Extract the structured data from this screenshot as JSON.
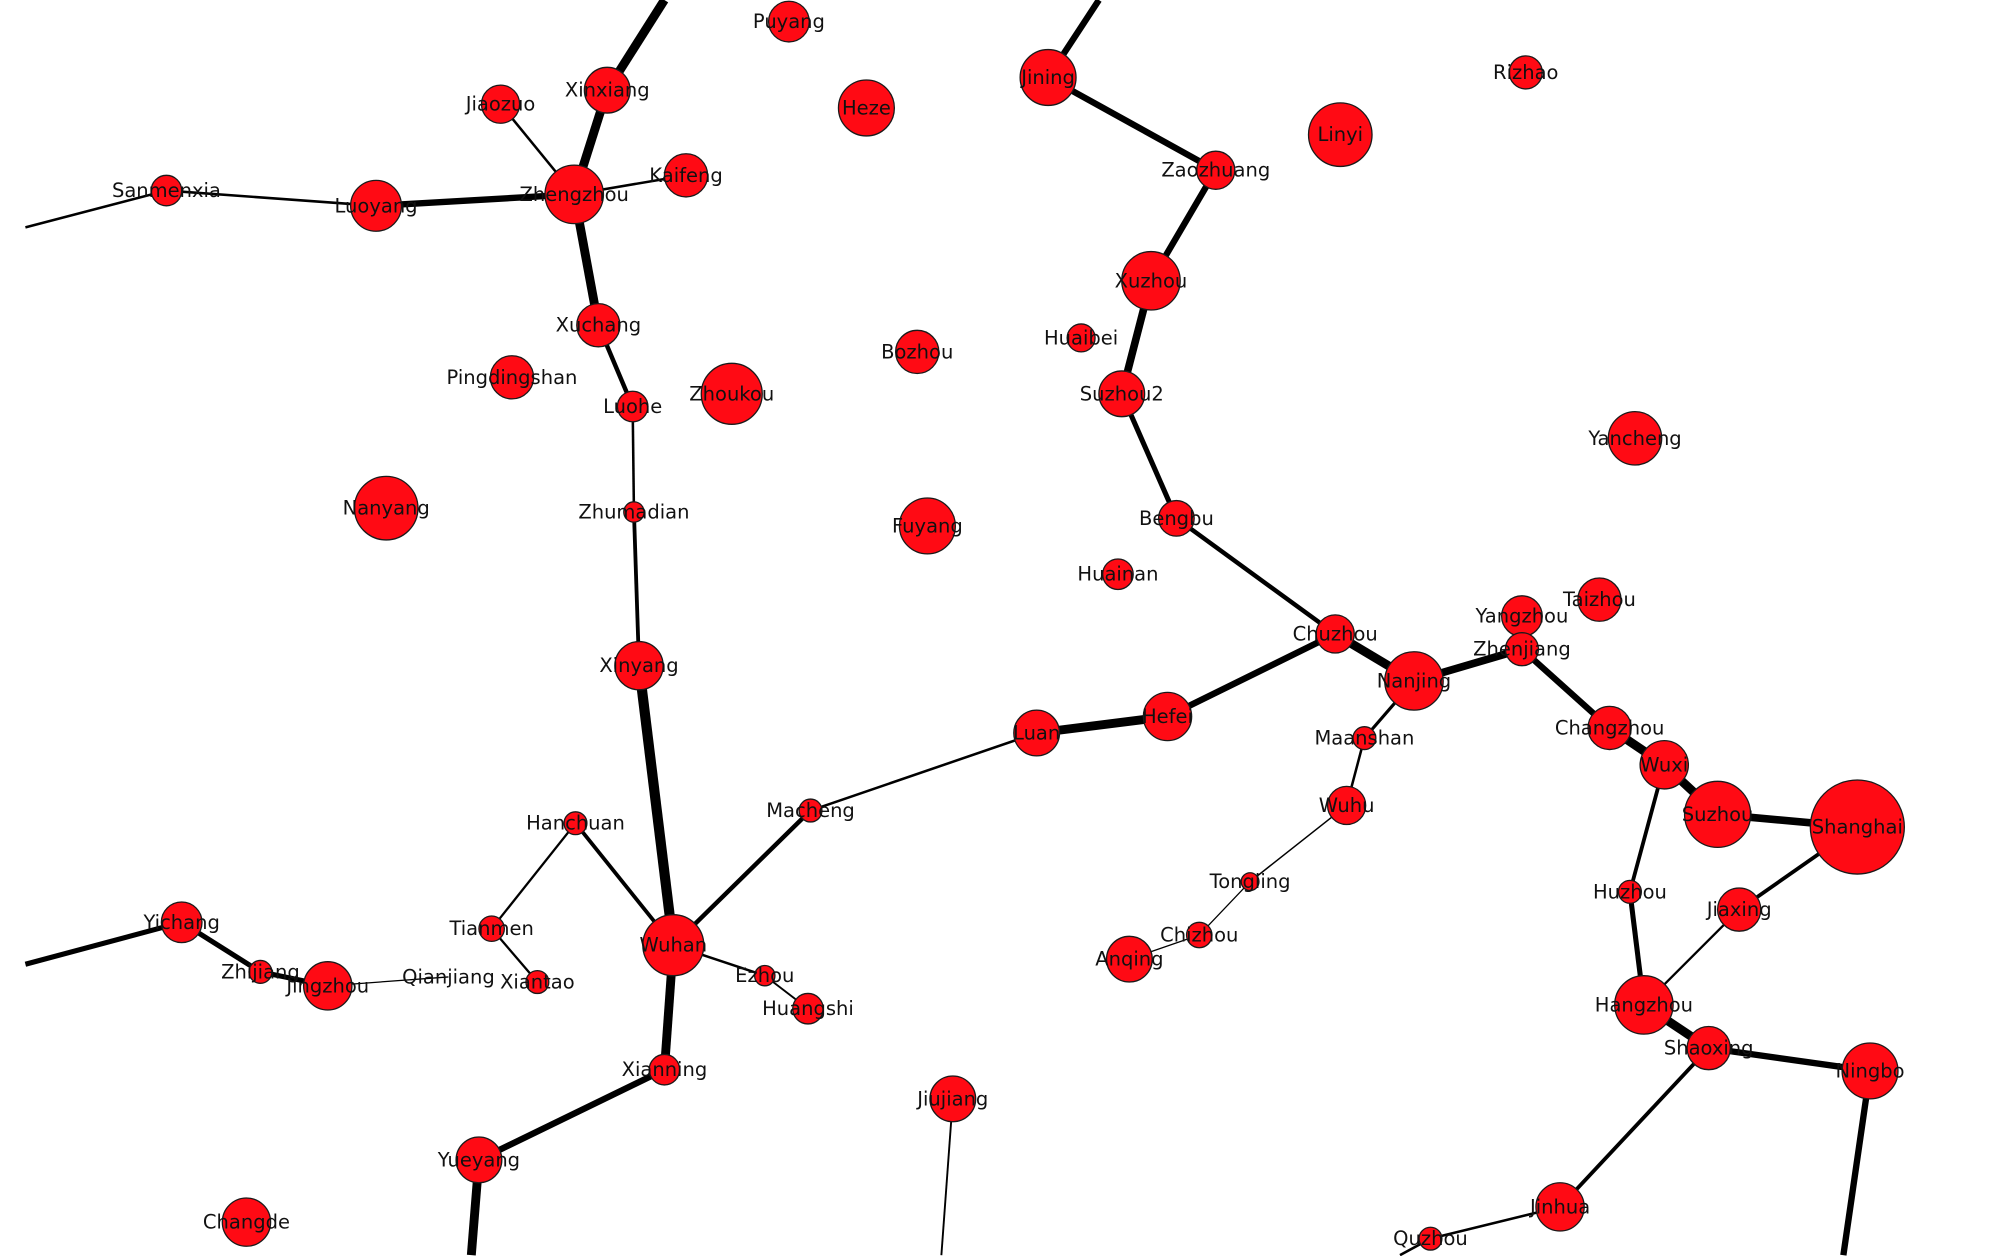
{
  "graph": {
    "node_color": "#ff0a14",
    "edge_color": "#000000",
    "nodes": [
      {
        "id": "Puyang",
        "label": "Puyang"
      },
      {
        "id": "Jining",
        "label": "Jining"
      },
      {
        "id": "Rizhao",
        "label": "Rizhao"
      },
      {
        "id": "Jiaozuo",
        "label": "Jiaozuo"
      },
      {
        "id": "Xinxiang",
        "label": "Xinxiang"
      },
      {
        "id": "Heze",
        "label": "Heze"
      },
      {
        "id": "Linyi",
        "label": "Linyi"
      },
      {
        "id": "Sanmenxia",
        "label": "Sanmenxia"
      },
      {
        "id": "Luoyang",
        "label": "Luoyang"
      },
      {
        "id": "Zhengzhou",
        "label": "Zhengzhou"
      },
      {
        "id": "Kaifeng",
        "label": "Kaifeng"
      },
      {
        "id": "Zaozhuang",
        "label": "Zaozhuang"
      },
      {
        "id": "Xuzhou",
        "label": "Xuzhou"
      },
      {
        "id": "Xuchang",
        "label": "Xuchang"
      },
      {
        "id": "Huaibei",
        "label": "Huaibei"
      },
      {
        "id": "Bozhou",
        "label": "Bozhou"
      },
      {
        "id": "Pingdingshan",
        "label": "Pingdingshan"
      },
      {
        "id": "Luohe",
        "label": "Luohe"
      },
      {
        "id": "Zhoukou",
        "label": "Zhoukou"
      },
      {
        "id": "Suzhou2",
        "label": "Suzhou2"
      },
      {
        "id": "Yancheng",
        "label": "Yancheng"
      },
      {
        "id": "Nanyang",
        "label": "Nanyang"
      },
      {
        "id": "Zhumadian",
        "label": "Zhumadian"
      },
      {
        "id": "Fuyang",
        "label": "Fuyang"
      },
      {
        "id": "Bengbu",
        "label": "Bengbu"
      },
      {
        "id": "Huainan",
        "label": "Huainan"
      },
      {
        "id": "Taizhou",
        "label": "Taizhou"
      },
      {
        "id": "Yangzhou",
        "label": "Yangzhou"
      },
      {
        "id": "Chuzhou",
        "label": "Chuzhou"
      },
      {
        "id": "Zhenjiang",
        "label": "Zhenjiang"
      },
      {
        "id": "Xinyang",
        "label": "Xinyang"
      },
      {
        "id": "Nanjing",
        "label": "Nanjing"
      },
      {
        "id": "Hefei",
        "label": "Hefei"
      },
      {
        "id": "Luan",
        "label": "Luan"
      },
      {
        "id": "Changzhou",
        "label": "Changzhou"
      },
      {
        "id": "Maanshan",
        "label": "Maanshan"
      },
      {
        "id": "Wuxi",
        "label": "Wuxi"
      },
      {
        "id": "Suzhou",
        "label": "Suzhou"
      },
      {
        "id": "Shanghai",
        "label": "Shanghai"
      },
      {
        "id": "Macheng",
        "label": "Macheng"
      },
      {
        "id": "Wuhu",
        "label": "Wuhu"
      },
      {
        "id": "Hanchuan",
        "label": "Hanchuan"
      },
      {
        "id": "Tongling",
        "label": "Tongling"
      },
      {
        "id": "Huzhou",
        "label": "Huzhou"
      },
      {
        "id": "Jiaxing",
        "label": "Jiaxing"
      },
      {
        "id": "Yichang",
        "label": "Yichang"
      },
      {
        "id": "Tianmen",
        "label": "Tianmen"
      },
      {
        "id": "Wuhan",
        "label": "Wuhan"
      },
      {
        "id": "Chizhou",
        "label": "Chizhou"
      },
      {
        "id": "Anqing",
        "label": "Anqing"
      },
      {
        "id": "Zhijiang",
        "label": "Zhijiang"
      },
      {
        "id": "Jingzhou",
        "label": "Jingzhou"
      },
      {
        "id": "Qianjiang",
        "label": "Qianjiang"
      },
      {
        "id": "Xiantao",
        "label": "Xiantao"
      },
      {
        "id": "Ezhou",
        "label": "Ezhou"
      },
      {
        "id": "Huangshi",
        "label": "Huangshi"
      },
      {
        "id": "Hangzhou",
        "label": "Hangzhou"
      },
      {
        "id": "Shaoxing",
        "label": "Shaoxing"
      },
      {
        "id": "Ningbo",
        "label": "Ningbo"
      },
      {
        "id": "Xianning",
        "label": "Xianning"
      },
      {
        "id": "Jiujiang",
        "label": "Jiujiang"
      },
      {
        "id": "Yueyang",
        "label": "Yueyang"
      },
      {
        "id": "Changde",
        "label": "Changde"
      },
      {
        "id": "Jinhua",
        "label": "Jinhua"
      },
      {
        "id": "Quzhou",
        "label": "Quzhou"
      }
    ],
    "edges": [
      {
        "source": "Xinxiang",
        "target": "Zhengzhou"
      },
      {
        "source": "Jiaozuo",
        "target": "Zhengzhou"
      },
      {
        "source": "Luoyang",
        "target": "Zhengzhou"
      },
      {
        "source": "Sanmenxia",
        "target": "Luoyang"
      },
      {
        "source": "Kaifeng",
        "target": "Zhengzhou"
      },
      {
        "source": "Zhengzhou",
        "target": "Xuchang"
      },
      {
        "source": "Xuchang",
        "target": "Luohe"
      },
      {
        "source": "Luohe",
        "target": "Zhumadian"
      },
      {
        "source": "Zhumadian",
        "target": "Xinyang"
      },
      {
        "source": "Xinyang",
        "target": "Wuhan"
      },
      {
        "source": "Jining",
        "target": "Zaozhuang"
      },
      {
        "source": "Zaozhuang",
        "target": "Xuzhou"
      },
      {
        "source": "Xuzhou",
        "target": "Suzhou2"
      },
      {
        "source": "Suzhou2",
        "target": "Bengbu"
      },
      {
        "source": "Bengbu",
        "target": "Chuzhou"
      },
      {
        "source": "Chuzhou",
        "target": "Nanjing"
      },
      {
        "source": "Chuzhou",
        "target": "Hefei"
      },
      {
        "source": "Hefei",
        "target": "Luan"
      },
      {
        "source": "Luan",
        "target": "Macheng"
      },
      {
        "source": "Macheng",
        "target": "Wuhan"
      },
      {
        "source": "Nanjing",
        "target": "Zhenjiang"
      },
      {
        "source": "Nanjing",
        "target": "Maanshan"
      },
      {
        "source": "Maanshan",
        "target": "Wuhu"
      },
      {
        "source": "Wuhu",
        "target": "Tongling"
      },
      {
        "source": "Tongling",
        "target": "Chizhou"
      },
      {
        "source": "Chizhou",
        "target": "Anqing"
      },
      {
        "source": "Zhenjiang",
        "target": "Changzhou"
      },
      {
        "source": "Changzhou",
        "target": "Wuxi"
      },
      {
        "source": "Wuxi",
        "target": "Suzhou"
      },
      {
        "source": "Suzhou",
        "target": "Shanghai"
      },
      {
        "source": "Wuxi",
        "target": "Huzhou"
      },
      {
        "source": "Huzhou",
        "target": "Hangzhou"
      },
      {
        "source": "Shanghai",
        "target": "Jiaxing"
      },
      {
        "source": "Jiaxing",
        "target": "Hangzhou"
      },
      {
        "source": "Hangzhou",
        "target": "Shaoxing"
      },
      {
        "source": "Shaoxing",
        "target": "Ningbo"
      },
      {
        "source": "Shaoxing",
        "target": "Jinhua"
      },
      {
        "source": "Jinhua",
        "target": "Quzhou"
      },
      {
        "source": "Hanchuan",
        "target": "Wuhan"
      },
      {
        "source": "Hanchuan",
        "target": "Tianmen"
      },
      {
        "source": "Tianmen",
        "target": "Xiantao"
      },
      {
        "source": "Wuhan",
        "target": "Ezhou"
      },
      {
        "source": "Ezhou",
        "target": "Huangshi"
      },
      {
        "source": "Wuhan",
        "target": "Xianning"
      },
      {
        "source": "Xianning",
        "target": "Yueyang"
      },
      {
        "source": "Yichang",
        "target": "Zhijiang"
      },
      {
        "source": "Zhijiang",
        "target": "Jingzhou"
      },
      {
        "source": "Jingzhou",
        "target": "Qianjiang"
      }
    ]
  }
}
